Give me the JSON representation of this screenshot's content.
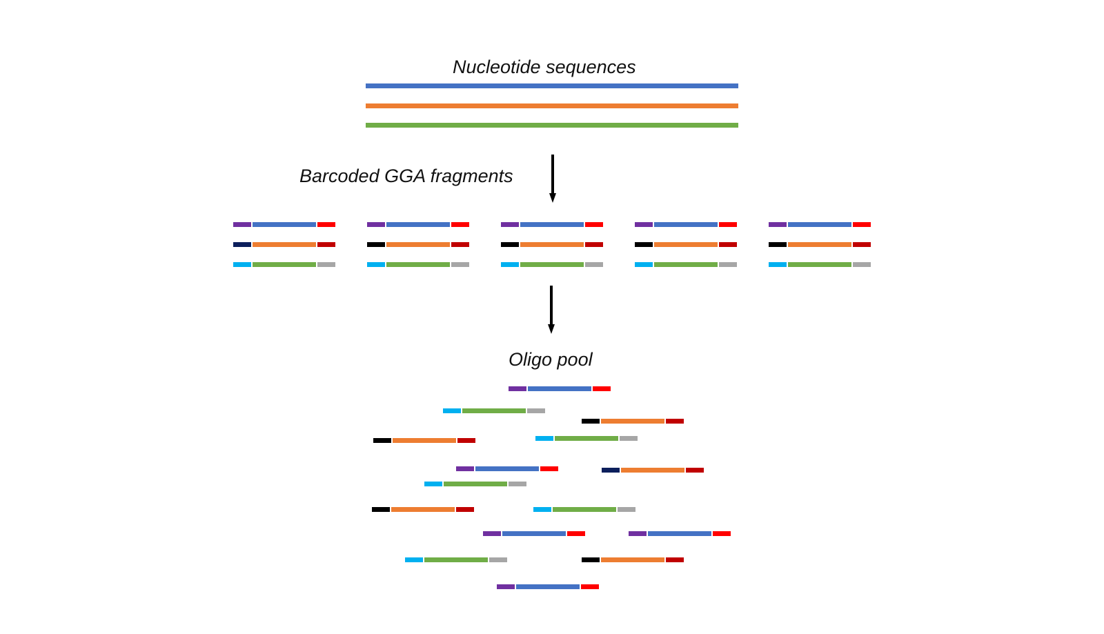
{
  "labels": {
    "nucleotide_sequences": "Nucleotide sequences",
    "barcoded_fragments": "Barcoded GGA fragments",
    "oligo_pool": "Oligo pool"
  },
  "colors": {
    "seq_blue": "#4472c4",
    "seq_orange": "#ed7d31",
    "seq_green": "#70ad47",
    "barcode_purple": "#7030a0",
    "barcode_navy": "#0c1f5c",
    "barcode_black": "#000000",
    "barcode_cyan": "#00b0f0",
    "end_red": "#ff0000",
    "end_darkred": "#c00000",
    "end_gray": "#a6a6a6",
    "arrow": "#000000"
  },
  "sequences": [
    "seq_blue",
    "seq_orange",
    "seq_green"
  ],
  "fragment_groups": [
    {
      "rows": [
        [
          "barcode_purple",
          "seq_blue",
          "end_red"
        ],
        [
          "barcode_navy",
          "seq_orange",
          "end_darkred"
        ],
        [
          "barcode_cyan",
          "seq_green",
          "end_gray"
        ]
      ]
    },
    {
      "rows": [
        [
          "barcode_purple",
          "seq_blue",
          "end_red"
        ],
        [
          "barcode_black",
          "seq_orange",
          "end_darkred"
        ],
        [
          "barcode_cyan",
          "seq_green",
          "end_gray"
        ]
      ]
    },
    {
      "rows": [
        [
          "barcode_purple",
          "seq_blue",
          "end_red"
        ],
        [
          "barcode_black",
          "seq_orange",
          "end_darkred"
        ],
        [
          "barcode_cyan",
          "seq_green",
          "end_gray"
        ]
      ]
    },
    {
      "rows": [
        [
          "barcode_purple",
          "seq_blue",
          "end_red"
        ],
        [
          "barcode_black",
          "seq_orange",
          "end_darkred"
        ],
        [
          "barcode_cyan",
          "seq_green",
          "end_gray"
        ]
      ]
    },
    {
      "rows": [
        [
          "barcode_purple",
          "seq_blue",
          "end_red"
        ],
        [
          "barcode_black",
          "seq_orange",
          "end_darkred"
        ],
        [
          "barcode_cyan",
          "seq_green",
          "end_gray"
        ]
      ]
    }
  ],
  "oligo_pool": [
    [
      "barcode_purple",
      "seq_blue",
      "end_red"
    ],
    [
      "barcode_cyan",
      "seq_green",
      "end_gray"
    ],
    [
      "barcode_black",
      "seq_orange",
      "end_darkred"
    ],
    [
      "barcode_black",
      "seq_orange",
      "end_darkred"
    ],
    [
      "barcode_cyan",
      "seq_green",
      "end_gray"
    ],
    [
      "barcode_purple",
      "seq_blue",
      "end_red"
    ],
    [
      "barcode_navy",
      "seq_orange",
      "end_darkred"
    ],
    [
      "barcode_cyan",
      "seq_green",
      "end_gray"
    ],
    [
      "barcode_black",
      "seq_orange",
      "end_darkred"
    ],
    [
      "barcode_cyan",
      "seq_green",
      "end_gray"
    ],
    [
      "barcode_purple",
      "seq_blue",
      "end_red"
    ],
    [
      "barcode_purple",
      "seq_blue",
      "end_red"
    ],
    [
      "barcode_cyan",
      "seq_green",
      "end_gray"
    ],
    [
      "barcode_black",
      "seq_orange",
      "end_darkred"
    ],
    [
      "barcode_purple",
      "seq_blue",
      "end_red"
    ]
  ]
}
